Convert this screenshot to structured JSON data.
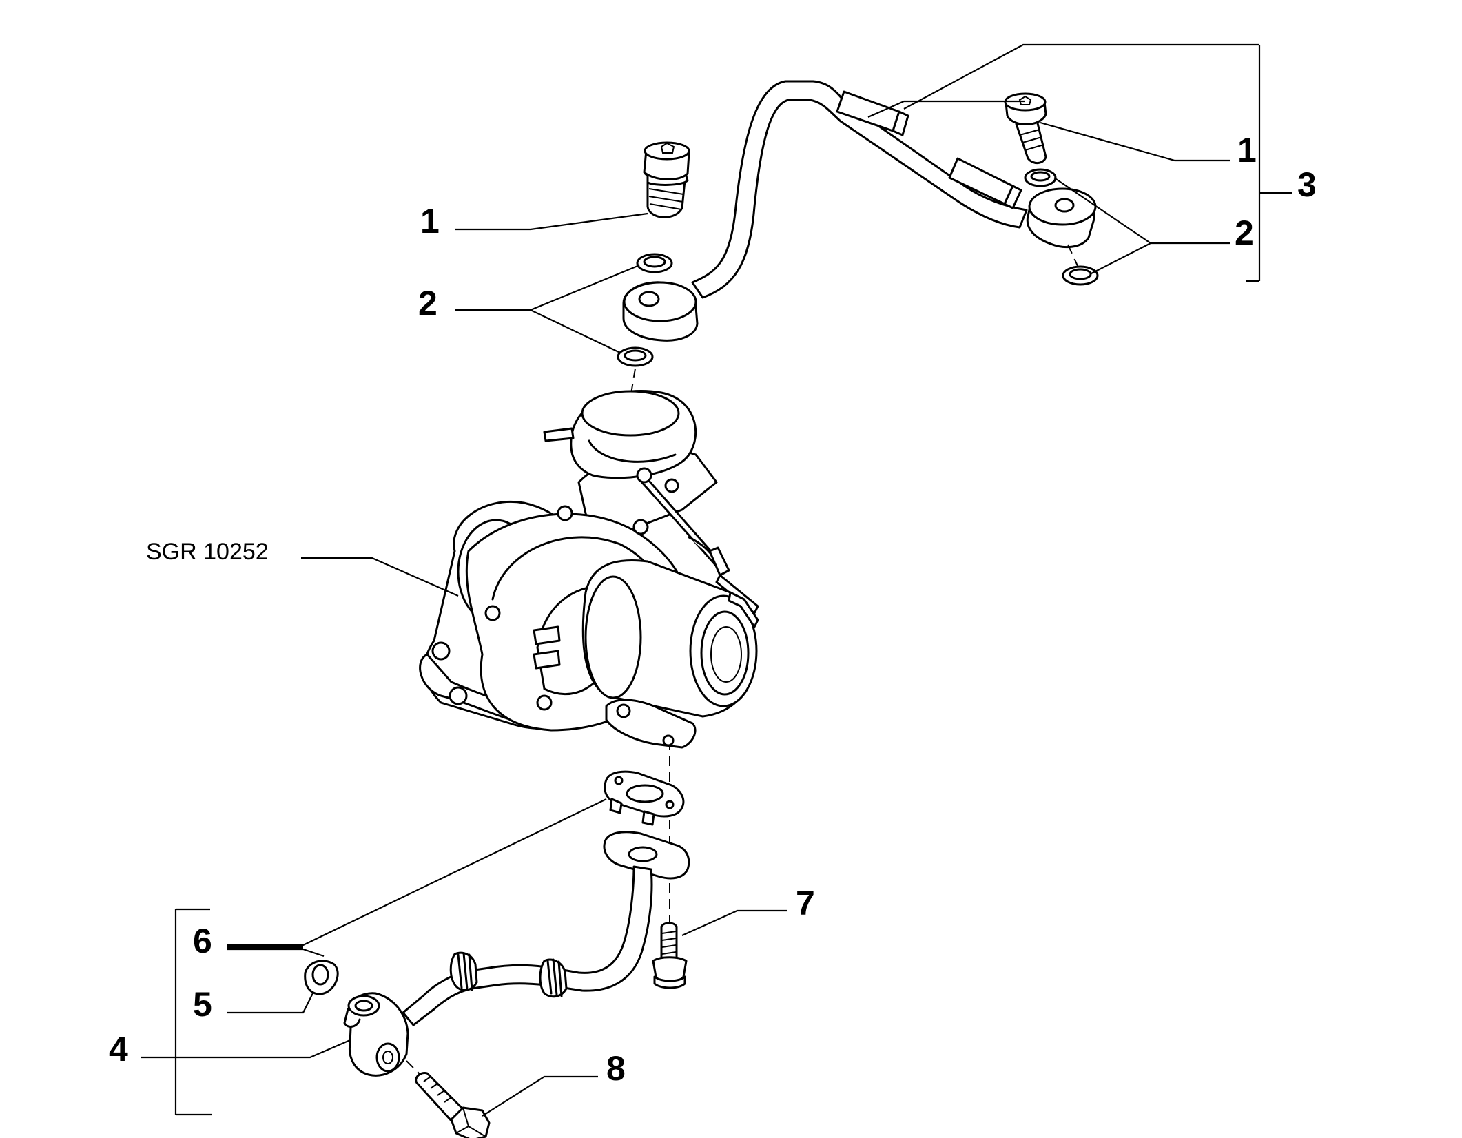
{
  "diagram_code": "SGR 10252",
  "callouts": {
    "c1_left": "1",
    "c2_left": "2",
    "c1_right": "1",
    "c2_right": "2",
    "c3": "3",
    "c4": "4",
    "c5": "5",
    "c6": "6",
    "c7": "7",
    "c8": "8"
  },
  "icons": [
    "banjo-bolt-icon",
    "sealing-washer-icon",
    "oil-feed-pipe-icon",
    "turbocharger-icon",
    "gasket-icon",
    "oil-return-pipe-icon",
    "screw-icon"
  ]
}
